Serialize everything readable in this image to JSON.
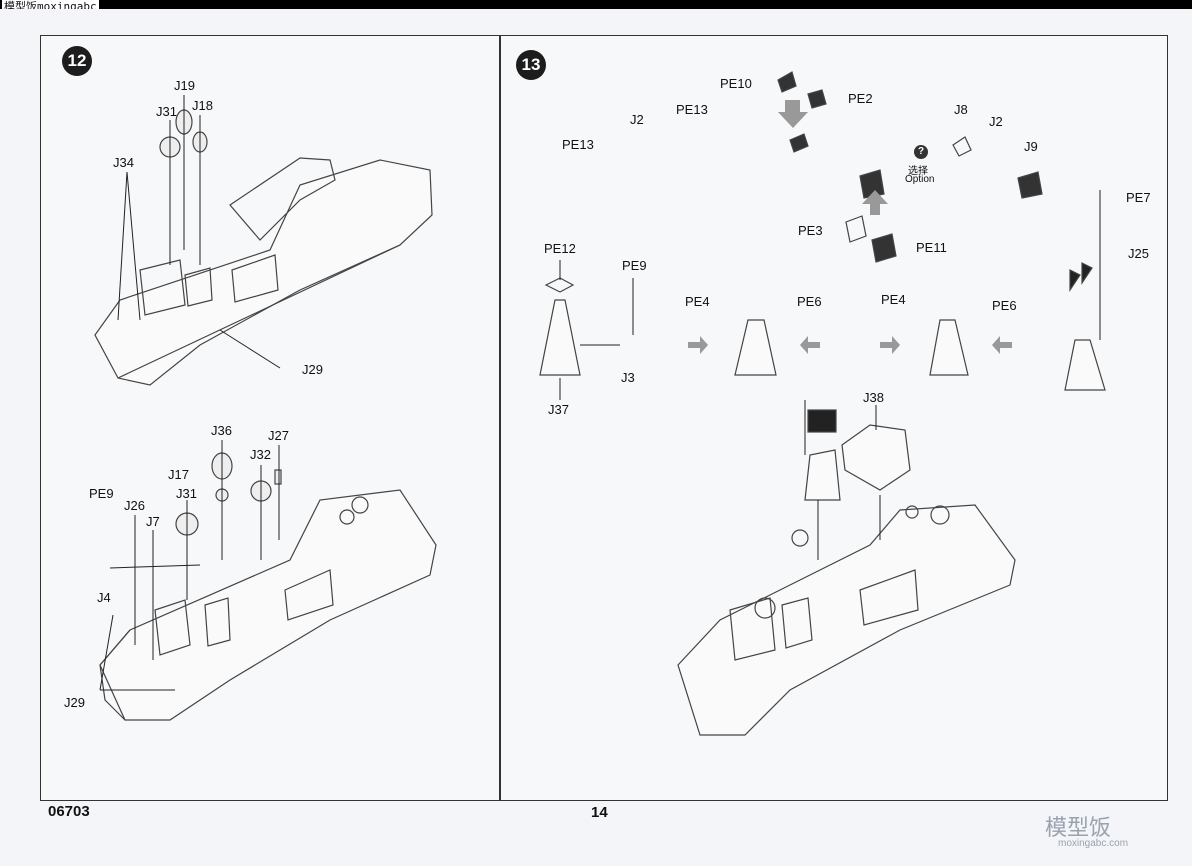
{
  "watermark_top": "模型饭moxingabc",
  "steps": {
    "left": "12",
    "right": "13"
  },
  "left_labels": {
    "j19": "J19",
    "j31": "J31",
    "j18": "J18",
    "j34": "J34",
    "j29_top": "J29",
    "j36": "J36",
    "j27": "J27",
    "j32": "J32",
    "j17": "J17",
    "j31_b": "J31",
    "pe9": "PE9",
    "j26": "J26",
    "j7": "J7",
    "j4": "J4",
    "j29_bottom": "J29"
  },
  "right_labels": {
    "pe10": "PE10",
    "pe2": "PE2",
    "pe13_a": "PE13",
    "j2_a": "J2",
    "pe13_b": "PE13",
    "j8": "J8",
    "j2_b": "J2",
    "j9": "J9",
    "pe3": "PE3",
    "pe11": "PE11",
    "pe7": "PE7",
    "j25": "J25",
    "pe12": "PE12",
    "pe9": "PE9",
    "j3": "J3",
    "j37": "J37",
    "pe4_a": "PE4",
    "pe6_a": "PE6",
    "pe4_b": "PE4",
    "pe6_b": "PE6",
    "j38": "J38"
  },
  "option": {
    "icon": "?",
    "cn": "选择",
    "en": "Option"
  },
  "footer": {
    "code": "06703",
    "page": "14",
    "logo": "模型饭",
    "logo_url": "moxingabc.com"
  }
}
